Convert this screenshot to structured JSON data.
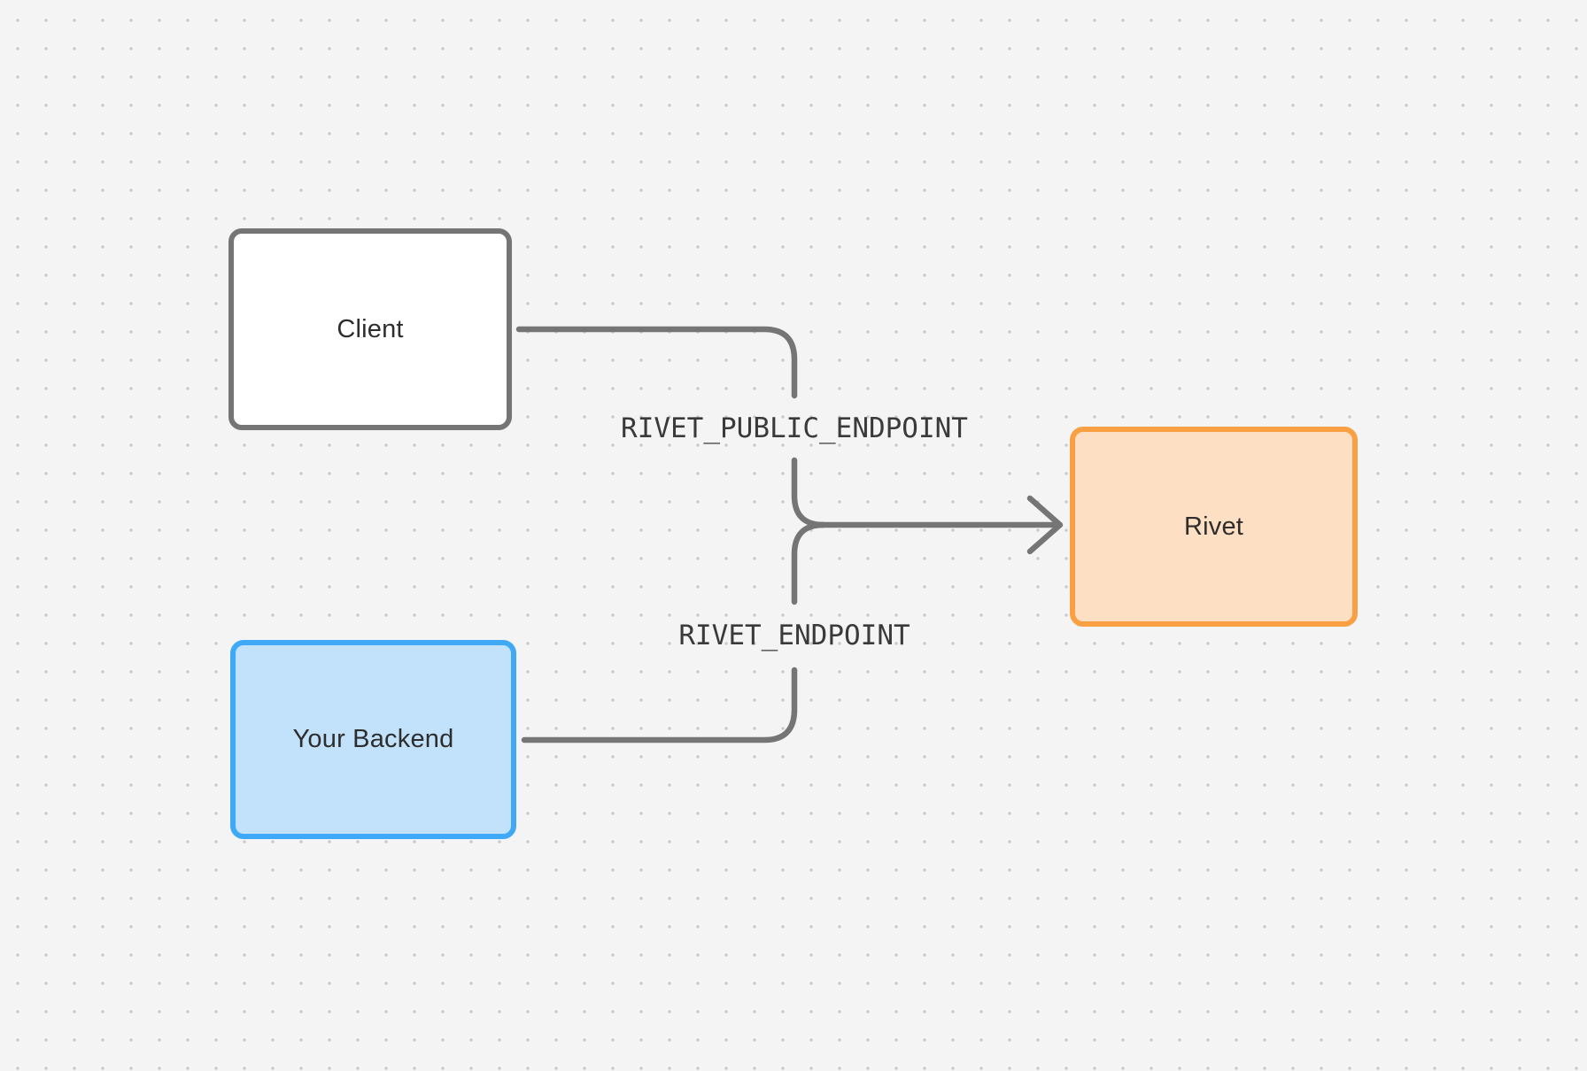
{
  "diagram": {
    "nodes": [
      {
        "id": "client",
        "label": "Client",
        "fill": "#ffffff",
        "border": "#757575"
      },
      {
        "id": "backend",
        "label": "Your Backend",
        "fill": "#c2e2fb",
        "border": "#3fa9f7"
      },
      {
        "id": "rivet",
        "label": "Rivet",
        "fill": "#fde0c3",
        "border": "#f99f44"
      }
    ],
    "edges": [
      {
        "from": "client",
        "to": "rivet",
        "label": "RIVET_PUBLIC_ENDPOINT"
      },
      {
        "from": "backend",
        "to": "rivet",
        "label": "RIVET_ENDPOINT"
      }
    ],
    "colors": {
      "background": "#f4f4f4",
      "grid_dot": "#c9c9c9",
      "connector": "#757575",
      "edge_label_text": "#3a3a3a",
      "node_text": "#2d2d2d"
    }
  }
}
